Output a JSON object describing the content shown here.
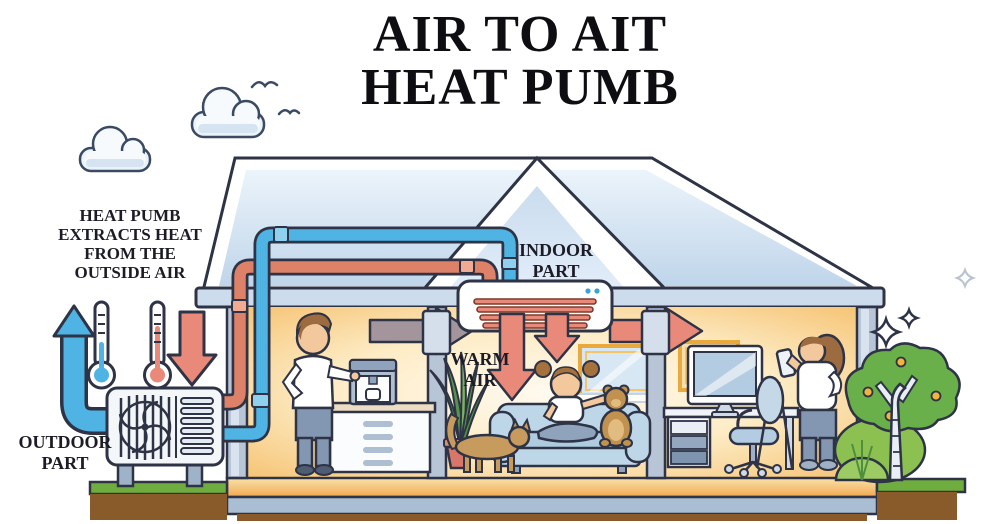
{
  "title": "AIR TO AIT\nHEAT PUMB",
  "annotations": {
    "extract_note": "HEAT PUMB\nEXTRACTS HEAT\nFROM THE\nOUTSIDE AIR",
    "outdoor_part": "OUTDOOR\nPART",
    "indoor_part": "INDOOR\nPART",
    "warm_air": "WARM\nAIR"
  },
  "colors": {
    "outline": "#2e3346",
    "cold_pipe": "#36a3d9",
    "hot_pipe": "#dd8169",
    "warm_arrow": "#e8897a",
    "cold_arrow": "#4fb3e3",
    "neutral_arrow": "#a4959c",
    "roof": "#cddfef",
    "interior_glow": "#f4b95f",
    "grass": "#6fae3e",
    "soil": "#8a5b2a",
    "couch": "#bed7e8",
    "window_frame": "#e9a93c"
  }
}
